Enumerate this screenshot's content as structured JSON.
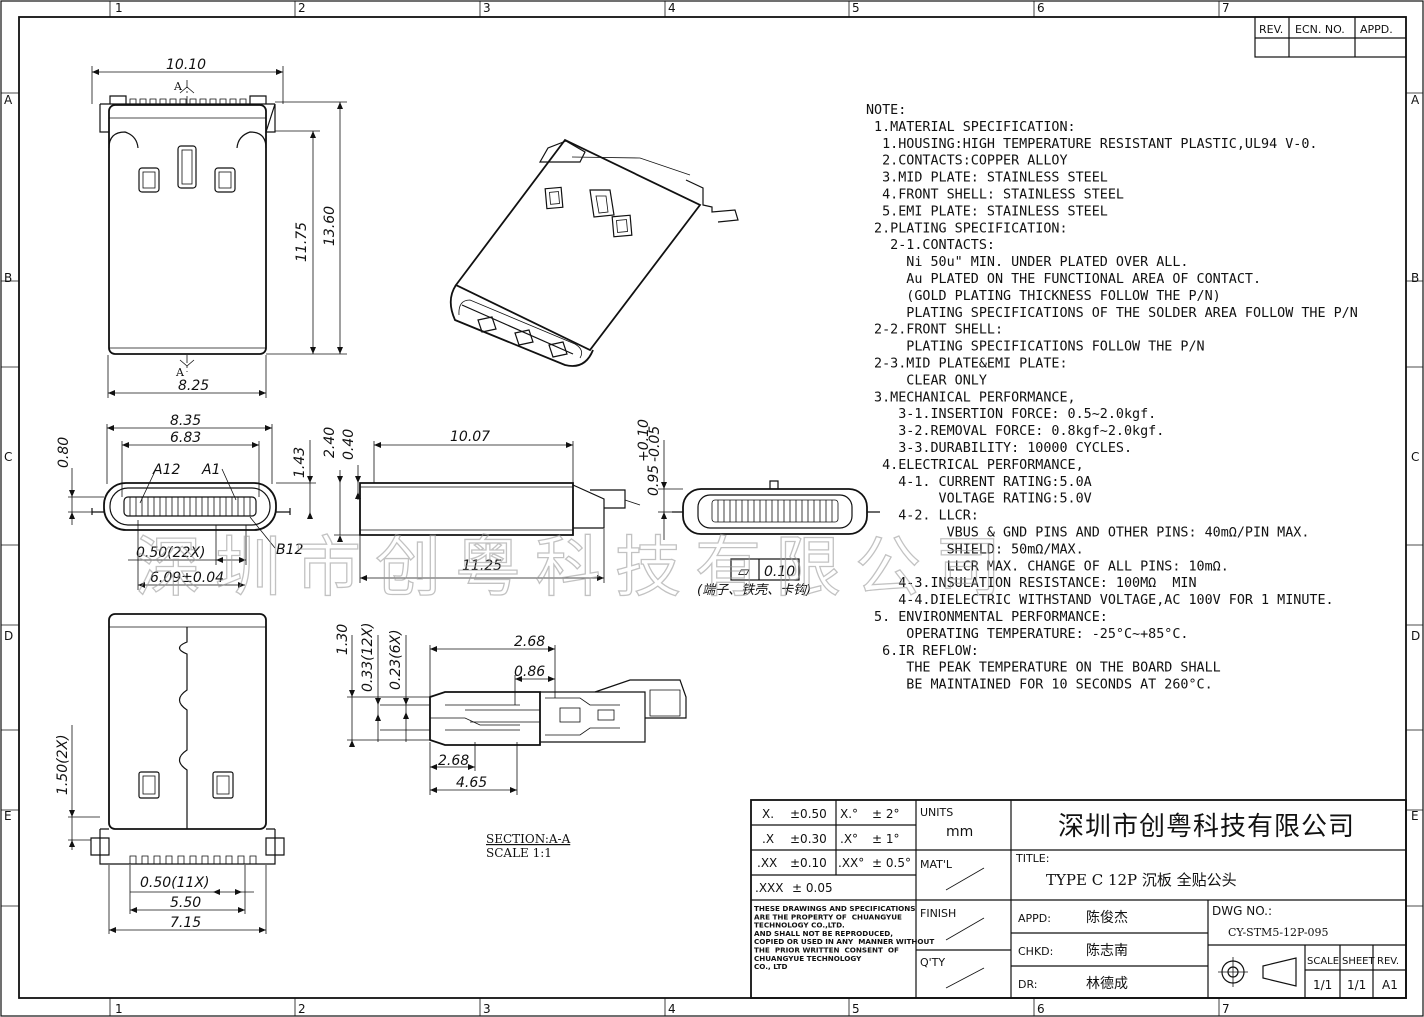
{
  "revision_table": {
    "headers": [
      "REV.",
      "ECN. NO.",
      "APPD."
    ]
  },
  "zone_columns": [
    "1",
    "2",
    "3",
    "4",
    "5",
    "6",
    "7"
  ],
  "zone_rows": [
    "A",
    "B",
    "C",
    "D",
    "E"
  ],
  "top_view": {
    "width_overall": "10.10",
    "section_mark": "A",
    "height_body": "11.75",
    "height_overall": "13.60",
    "width_body": "8.25"
  },
  "front_view": {
    "width_shell": "8.35",
    "width_tongue": "6.83",
    "dim_080": "0.80",
    "dim_143": "1.43",
    "pin_a12": "A12",
    "pin_a1": "A1",
    "pin_b12": "B12",
    "pitch": "0.50(22X)",
    "span": "6.09±0.04"
  },
  "side_view": {
    "dim_240": "2.40",
    "dim_040": "0.40",
    "length_top": "10.07",
    "length_bottom": "11.25",
    "thickness": "0.95",
    "tol_plus": "+0.10",
    "tol_minus": "-0.05"
  },
  "flatness": {
    "symbol": "▱",
    "value": "0.10",
    "note": "(端子、铁壳、卡钩)"
  },
  "bottom_view": {
    "dim_150": "1.50(2X)",
    "pitch": "0.50(11X)",
    "width_inner": "5.50",
    "width_outer": "7.15"
  },
  "section_view": {
    "dim_130": "1.30",
    "dim_033": "0.33(12X)",
    "dim_023": "0.23(6X)",
    "dim_268_top": "2.68",
    "dim_086": "0.86",
    "dim_268_bot": "2.68",
    "dim_465": "4.65",
    "caption_1": "SECTION:A-A",
    "caption_2": "SCALE 1:1"
  },
  "notes": [
    "NOTE:",
    " 1.MATERIAL SPECIFICATION:",
    "  1.HOUSING:HIGH TEMPERATURE RESISTANT PLASTIC,UL94 V-0.",
    "  2.CONTACTS:COPPER ALLOY",
    "  3.MID PLATE: STAINLESS STEEL",
    "  4.FRONT SHELL: STAINLESS STEEL",
    "  5.EMI PLATE: STAINLESS STEEL",
    " 2.PLATING SPECIFICATION:",
    "   2-1.CONTACTS:",
    "     Ni 50u\" MIN. UNDER PLATED OVER ALL.",
    "     Au PLATED ON THE FUNCTIONAL AREA OF CONTACT.",
    "     (GOLD PLATING THICKNESS FOLLOW THE P/N)",
    "     PLATING SPECIFICATIONS OF THE SOLDER AREA FOLLOW THE P/N",
    " 2-2.FRONT SHELL:",
    "     PLATING SPECIFICATIONS FOLLOW THE P/N",
    " 2-3.MID PLATE&EMI PLATE:",
    "     CLEAR ONLY",
    " 3.MECHANICAL PERFORMANCE,",
    "    3-1.INSERTION FORCE: 0.5~2.0kgf.",
    "    3-2.REMOVAL FORCE: 0.8kgf~2.0kgf.",
    "    3-3.DURABILITY: 10000 CYCLES.",
    "  4.ELECTRICAL PERFORMANCE,",
    "    4-1. CURRENT RATING:5.0A",
    "         VOLTAGE RATING:5.0V",
    "    4-2. LLCR:",
    "          VBUS & GND PINS AND OTHER PINS: 40mΩ/PIN MAX.",
    "          SHIELD: 50mΩ/MAX.",
    "          LLCR MAX. CHANGE OF ALL PINS: 10mΩ.",
    "    4-3.INSULATION RESISTANCE: 100MΩ  MIN",
    "    4-4.DIELECTRIC WITHSTAND VOLTAGE,AC 100V FOR 1 MINUTE.",
    " 5. ENVIRONMENTAL PERFORMANCE:",
    "     OPERATING TEMPERATURE: -25°C~+85°C.",
    "  6.IR REFLOW:",
    "     THE PEAK TEMPERATURE ON THE BOARD SHALL",
    "     BE MAINTAINED FOR 10 SECONDS AT 260°C."
  ],
  "title_block": {
    "tolerances": [
      {
        "lin": "X.",
        "lin_val": "±0.50",
        "ang": "X.°",
        "ang_val": "± 2°"
      },
      {
        "lin": ".X",
        "lin_val": "±0.30",
        "ang": ".X°",
        "ang_val": "± 1°"
      },
      {
        "lin": ".XX",
        "lin_val": "±0.10",
        "ang": ".XX°",
        "ang_val": "± 0.5°"
      },
      {
        "lin": ".XXX",
        "lin_val": "± 0.05",
        "ang": "",
        "ang_val": ""
      }
    ],
    "units_label": "UNITS",
    "units_value": "mm",
    "matl_label": "MAT'L",
    "finish_label": "FINISH",
    "qty_label": "Q'TY",
    "company": "深圳市创粤科技有限公司",
    "title_label": "TITLE:",
    "title_value": "TYPE C 12P 沉板 全贴公头",
    "appd_label": "APPD:",
    "appd_value": "陈俊杰",
    "chkd_label": "CHKD:",
    "chkd_value": "陈志南",
    "dr_label": "DR:",
    "dr_value": "林德成",
    "dwg_label": "DWG NO.:",
    "dwg_value": "CY-STM5-12P-095",
    "scale_label": "SCALE",
    "scale_value": "1/1",
    "sheet_label": "SHEET",
    "sheet_value": "1/1",
    "rev_label": "REV.",
    "rev_value": "A1",
    "disclaimer": [
      "THESE DRAWINGS AND SPECIFICATIONS",
      "ARE THE PROPERTY OF  CHUANGYUE",
      "TECHNOLOGY CO.,LTD.",
      "AND SHALL NOT BE REPRODUCED,",
      "COPIED OR USED IN ANY  MANNER WITHOUT",
      "THE  PRIOR WRITTEN  CONSENT  OF",
      "CHUANGYUE TECHNOLOGY",
      "CO., LTD"
    ]
  },
  "watermark": "深圳市创粤科技有限公司"
}
